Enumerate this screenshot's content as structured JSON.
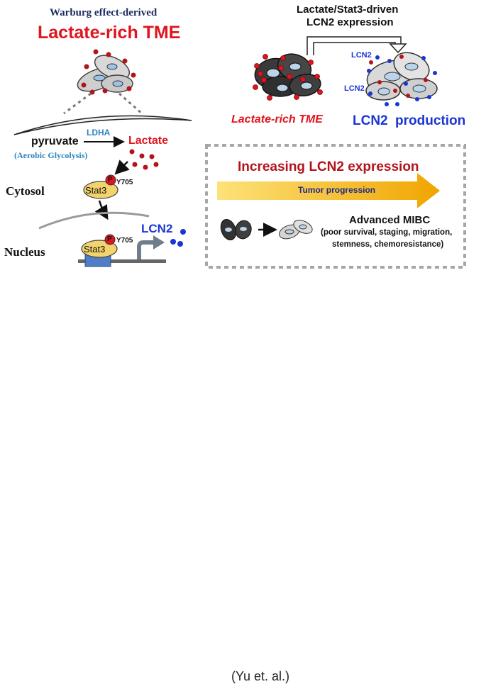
{
  "colors": {
    "red": "#e0141e",
    "navy": "#1b2a5e",
    "blue": "#1a35d6",
    "teal": "#2e86c1",
    "darkred": "#b3141b",
    "gold": "#f5b90a",
    "gray_dash": "#a6a6a6",
    "stat3_fill": "#f3d36b",
    "dna_box": "#4f7ec7"
  },
  "left_panel": {
    "subtitle": "Warburg effect-derived",
    "title": "Lactate-rich TME",
    "pyruvate": "pyruvate",
    "enzyme": "LDHA",
    "lactate": "Lactate",
    "glycolysis": "(Aerobic Glycolysis)",
    "cytosol": "Cytosol",
    "nucleus": "Nucleus",
    "stat3": "Stat3",
    "phospho": "P",
    "site": "Y705",
    "lcn2": "LCN2"
  },
  "right_panel": {
    "header_line1": "Lactate/Stat3-driven",
    "header_line2": "LCN2 expression",
    "lcn2_tag": "LCN2",
    "tme_label": "Lactate-rich TME",
    "production_lcn2": "LCN2",
    "production_word": "production"
  },
  "box": {
    "title": "Increasing LCN2 expression",
    "arrow_label": "Tumor progression",
    "mibc_title": "Advanced MIBC",
    "mibc_line1": "(poor survival, staging, migration,",
    "mibc_line2": "stemness, chemoresistance)"
  },
  "caption": "(Yu et. al.)"
}
